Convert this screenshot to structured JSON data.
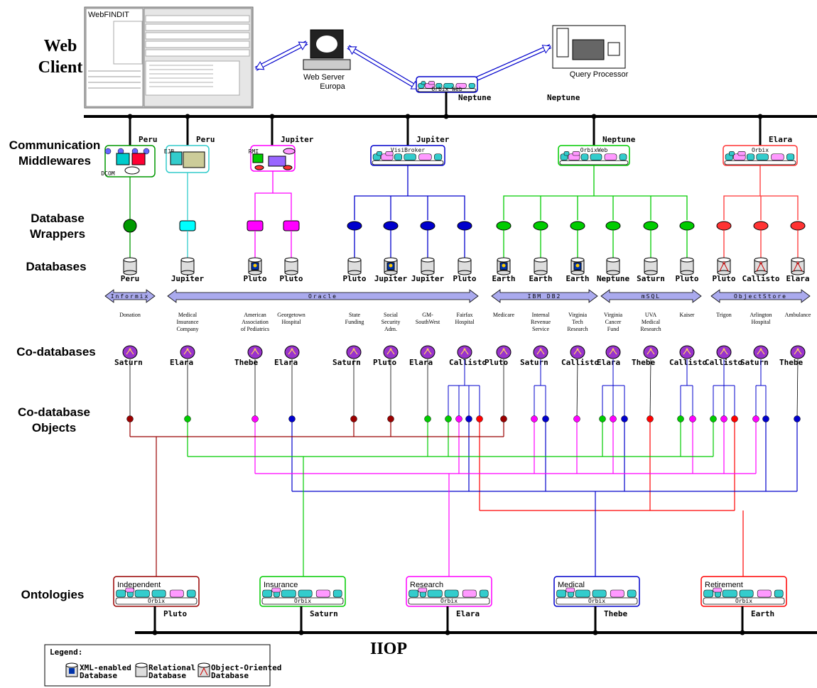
{
  "labels": {
    "web_client": [
      "Web",
      "Client"
    ],
    "comm": [
      "Communication",
      "Middlewares"
    ],
    "wrappers": [
      "Database",
      "Wrappers"
    ],
    "databases": "Databases",
    "codbs": "Co-databases",
    "codbobj": [
      "Co-database",
      "Objects"
    ],
    "ontologies": "Ontologies",
    "iiop": "IIOP"
  },
  "top": {
    "webfindit": "WebFINDIT",
    "web_server": "Web Server",
    "europa": "Europa",
    "orbix_web": "Orbix Web",
    "neptune_a": "Neptune",
    "neptune_b": "Neptune",
    "query_processor": "Query Processor"
  },
  "middlewares": [
    {
      "host": "Peru",
      "name": "DCOM",
      "color": "#009900"
    },
    {
      "host": "Peru",
      "name": "EJB",
      "color": "#33cccc"
    },
    {
      "host": "Jupiter",
      "name": "RMI",
      "color": "#ff00ff"
    },
    {
      "host": "Jupiter",
      "name": "VisiBroker",
      "color": "#0000cc"
    },
    {
      "host": "Neptune",
      "name": "OrbixWeb",
      "color": "#00cc00"
    },
    {
      "host": "Elara",
      "name": "Orbix",
      "color": "#ff3333"
    }
  ],
  "databases": [
    {
      "host": "Peru",
      "kind": "relational"
    },
    {
      "host": "Jupiter",
      "kind": "relational"
    },
    {
      "host": "Pluto",
      "kind": "xml"
    },
    {
      "host": "Pluto",
      "kind": "relational"
    },
    {
      "host": "Pluto",
      "kind": "relational"
    },
    {
      "host": "Jupiter",
      "kind": "xml"
    },
    {
      "host": "Jupiter",
      "kind": "relational"
    },
    {
      "host": "Pluto",
      "kind": "relational"
    },
    {
      "host": "Earth",
      "kind": "xml"
    },
    {
      "host": "Earth",
      "kind": "relational"
    },
    {
      "host": "Earth",
      "kind": "xml"
    },
    {
      "host": "Neptune",
      "kind": "relational"
    },
    {
      "host": "Saturn",
      "kind": "relational"
    },
    {
      "host": "Pluto",
      "kind": "relational"
    },
    {
      "host": "Pluto",
      "kind": "oo"
    },
    {
      "host": "Callisto",
      "kind": "oo"
    },
    {
      "host": "Elara",
      "kind": "oo"
    }
  ],
  "dbms": [
    {
      "name": "Informix"
    },
    {
      "name": "Oracle"
    },
    {
      "name": "IBM DB2"
    },
    {
      "name": "mSQL"
    },
    {
      "name": "ObjectStore"
    }
  ],
  "sources": [
    [
      "Donation"
    ],
    [
      "Medical",
      "Insurance",
      "Company"
    ],
    [
      "American",
      "Association",
      "of Pediatrics"
    ],
    [
      "Georgetown",
      "Hospital"
    ],
    [
      "State",
      "Funding"
    ],
    [
      "Social",
      "Security",
      "Adm."
    ],
    [
      "GM-",
      "SouthWest"
    ],
    [
      "Fairfax",
      "Hospital"
    ],
    [
      "Medicare"
    ],
    [
      "Internal",
      "Revenue",
      "Service"
    ],
    [
      "Virginia",
      "Tech",
      "Research"
    ],
    [
      "Virginia",
      "Cancer",
      "Fund"
    ],
    [
      "UVA",
      "Medical",
      "Research"
    ],
    [
      "Kaiser"
    ],
    [
      "Trigon"
    ],
    [
      "Arlington",
      "Hospital"
    ],
    [
      "Ambulance"
    ]
  ],
  "codb_hosts": [
    "Saturn",
    "Elara",
    "Thebe",
    "Elara",
    "Saturn",
    "Pluto",
    "Elara",
    "Callisto",
    "Pluto",
    "Saturn",
    "Callisto",
    "Elara",
    "Thebe",
    "Callisto",
    "Callisto",
    "Saturn",
    "Thebe"
  ],
  "ontologies": [
    {
      "name": "Independent",
      "host": "Pluto",
      "color": "#990000"
    },
    {
      "name": "Insurance",
      "host": "Saturn",
      "color": "#00cc00"
    },
    {
      "name": "Research",
      "host": "Elara",
      "color": "#ff00ff"
    },
    {
      "name": "Medical",
      "host": "Thebe",
      "color": "#0000cc"
    },
    {
      "name": "Retirement",
      "host": "Earth",
      "color": "#ff0000"
    }
  ],
  "ontology_orb": "Orbix",
  "legend": {
    "title": "Legend:",
    "xml": [
      "XML-enabled",
      "Database"
    ],
    "rel": [
      "Relational",
      "Database"
    ],
    "oo": [
      "Object-Oriented",
      "Database"
    ]
  },
  "colors": {
    "independent": "#990000",
    "insurance": "#00cc00",
    "research": "#ff00ff",
    "medical": "#0000cc",
    "retirement": "#ff0000",
    "bus": "#000000",
    "dbms_fill": "#aaaaee"
  }
}
